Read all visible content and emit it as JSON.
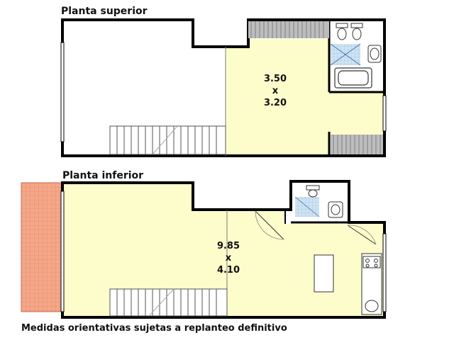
{
  "upper_floor": {
    "title": "Planta superior",
    "dimension_width": "3.50",
    "dimension_separator": "x",
    "dimension_depth": "3.20"
  },
  "lower_floor": {
    "title": "Planta inferior",
    "dimension_width": "9.85",
    "dimension_separator": "x",
    "dimension_depth": "4.10"
  },
  "footnote": "Medidas orientativas sujetas a replanteo definitivo",
  "colors": {
    "floor_fill": "#fdfdcc",
    "wall": "#000000",
    "terrace": "#f4a789",
    "bathroom_tile": "#cfe3f4",
    "railing": "#808080"
  }
}
